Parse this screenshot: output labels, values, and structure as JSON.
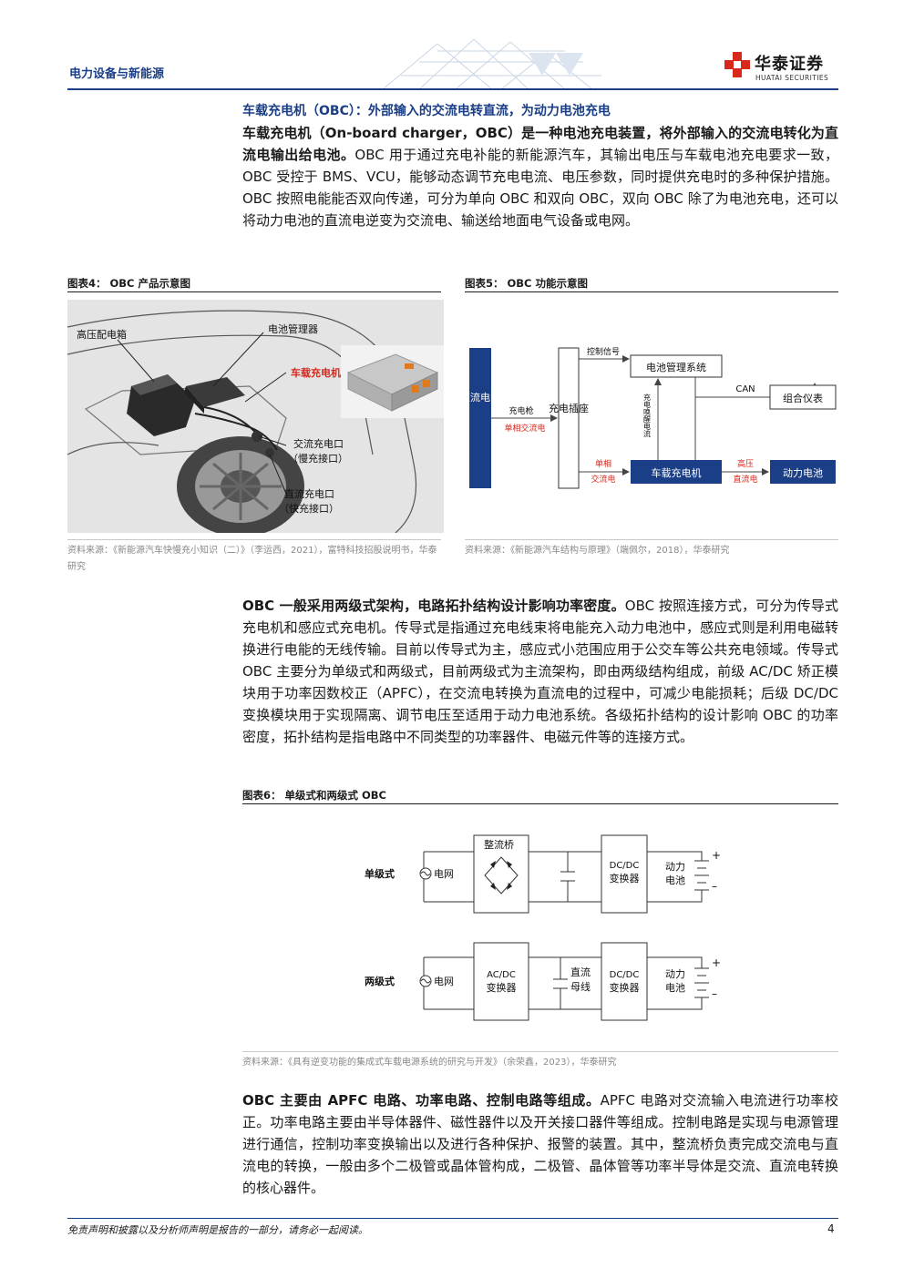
{
  "header": {
    "section": "电力设备与新能源",
    "logo_cn": "华泰证券",
    "logo_en": "HUATAI SECURITIES"
  },
  "sub1": "车载充电机（OBC）：外部输入的交流电转直流，为动力电池充电",
  "p1": {
    "bold": "车载充电机（On-board charger，OBC）是一种电池充电装置，将外部输入的交流电转化为直流电输出给电池。",
    "text": "OBC 用于通过充电补能的新能源汽车，其输出电压与车载电池充电要求一致，OBC 受控于 BMS、VCU，能够动态调节充电电流、电压参数，同时提供充电时的多种保护措施。OBC 按照电能能否双向传递，可分为单向 OBC 和双向 OBC，双向 OBC 除了为电池充电，还可以将动力电池的直流电逆变为交流电、输送给地面电气设备或电网。"
  },
  "fig4": {
    "title": "图表4：  OBC 产品示意图",
    "labels": {
      "hv_box": "高压配电箱",
      "bms": "电池管理器",
      "obc": "车载充电机",
      "ac_port_1": "交流充电口",
      "ac_port_2": "（慢充接口）",
      "dc_port_1": "直流充电口",
      "dc_port_2": "（快充接口）"
    },
    "source": "资料来源：《新能源汽车快慢充小知识（二）》（李运西，2021），富特科技招股说明书，华泰研究"
  },
  "fig5": {
    "title": "图表5：  OBC 功能示意图",
    "grid": "交流电网",
    "socket": "充电插座",
    "gun": "充电枪",
    "single_ac": "单相交流电",
    "control": "控制信号",
    "bms": "电池管理系统",
    "can": "CAN",
    "cluster": "组合仪表",
    "charge_signal": "充电唤醒电流",
    "single_ac2_1": "单相",
    "single_ac2_2": "交流电",
    "obc": "车载充电机",
    "hvdc_1": "高压",
    "hvdc_2": "直流电",
    "battery": "动力电池",
    "source": "资料来源：《新能源汽车结构与原理》（端佩尔，2018），华泰研究"
  },
  "p2": {
    "bold": "OBC 一般采用两级式架构，电路拓扑结构设计影响功率密度。",
    "text": "OBC 按照连接方式，可分为传导式充电机和感应式充电机。传导式是指通过充电线束将电能充入动力电池中，感应式则是利用电磁转换进行电能的无线传输。目前以传导式为主，感应式小范围应用于公交车等公共充电领域。传导式 OBC 主要分为单级式和两级式，目前两级式为主流架构，即由两级结构组成，前级 AC/DC 矫正模块用于功率因数校正（APFC），在交流电转换为直流电的过程中，可减少电能损耗；后级 DC/DC 变换模块用于实现隔离、调节电压至适用于动力电池系统。各级拓扑结构的设计影响 OBC 的功率密度，拓扑结构是指电路中不同类型的功率器件、电磁元件等的连接方式。"
  },
  "fig6": {
    "title": "图表6：  单级式和两级式 OBC",
    "row1": "单级式",
    "row2": "两级式",
    "grid": "电网",
    "rectifier": "整流桥",
    "dcdc_1": "DC/DC",
    "dcdc_2": "变换器",
    "acdc_1": "AC/DC",
    "acdc_2": "变换器",
    "bus_1": "直流",
    "bus_2": "母线",
    "battery_1": "动力",
    "battery_2": "电池",
    "plus": "+",
    "minus": "–",
    "source": "资料来源：《具有逆变功能的集成式车载电源系统的研究与开发》（余荣鑫，2023），华泰研究"
  },
  "p3": {
    "bold": "OBC 主要由 APFC 电路、功率电路、控制电路等组成。",
    "text": "APFC 电路对交流输入电流进行功率校正。功率电路主要由半导体器件、磁性器件以及开关接口器件等组成。控制电路是实现与电源管理进行通信，控制功率变换输出以及进行各种保护、报警的装置。其中，整流桥负责完成交流电与直流电的转换，一般由多个二极管或晶体管构成，二极管、晶体管等功率半导体是交流、直流电转换的核心器件。"
  },
  "footer": {
    "disclaimer": "免责声明和披露以及分析师声明是报告的一部分，请务必一起阅读。",
    "page": "4"
  },
  "colors": {
    "brand_blue": "#1b3f86",
    "red": "#d8281c",
    "logo_red": "#d8281c"
  }
}
